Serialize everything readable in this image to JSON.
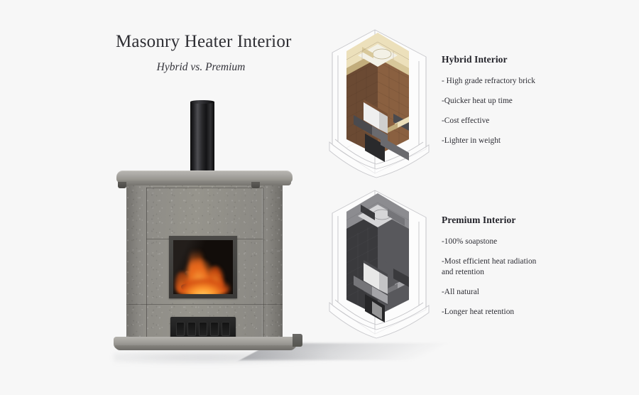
{
  "page": {
    "background_color": "#f7f7f7",
    "title": "Masonry Heater Interior",
    "subtitle": "Hybrid vs. Premium"
  },
  "main_render": {
    "name": "masonry-heater-photoreal-render",
    "body_color": "#8f8d88",
    "flue_color": "#1a1a1c",
    "fire_colors": [
      "#ffd36b",
      "#ff9a2e",
      "#d44f12"
    ],
    "door_color": "#1c1c1c"
  },
  "sections": [
    {
      "id": "hybrid",
      "heading": "Hybrid Interior",
      "diagram_name": "hybrid-interior-cutaway-diagram",
      "material_color": "#8a6040",
      "accent_color": "#ece0bb",
      "bullets": [
        "- High grade refractory brick",
        "-Quicker heat up time",
        "-Cost effective",
        "-Lighter in weight"
      ]
    },
    {
      "id": "premium",
      "heading": "Premium Interior",
      "diagram_name": "premium-interior-cutaway-diagram",
      "material_color": "#58585c",
      "accent_color": "#8c8c90",
      "bullets": [
        "-100% soapstone",
        "-Most efficient heat radiation and retention",
        "-All natural",
        "-Longer heat retention"
      ]
    }
  ]
}
